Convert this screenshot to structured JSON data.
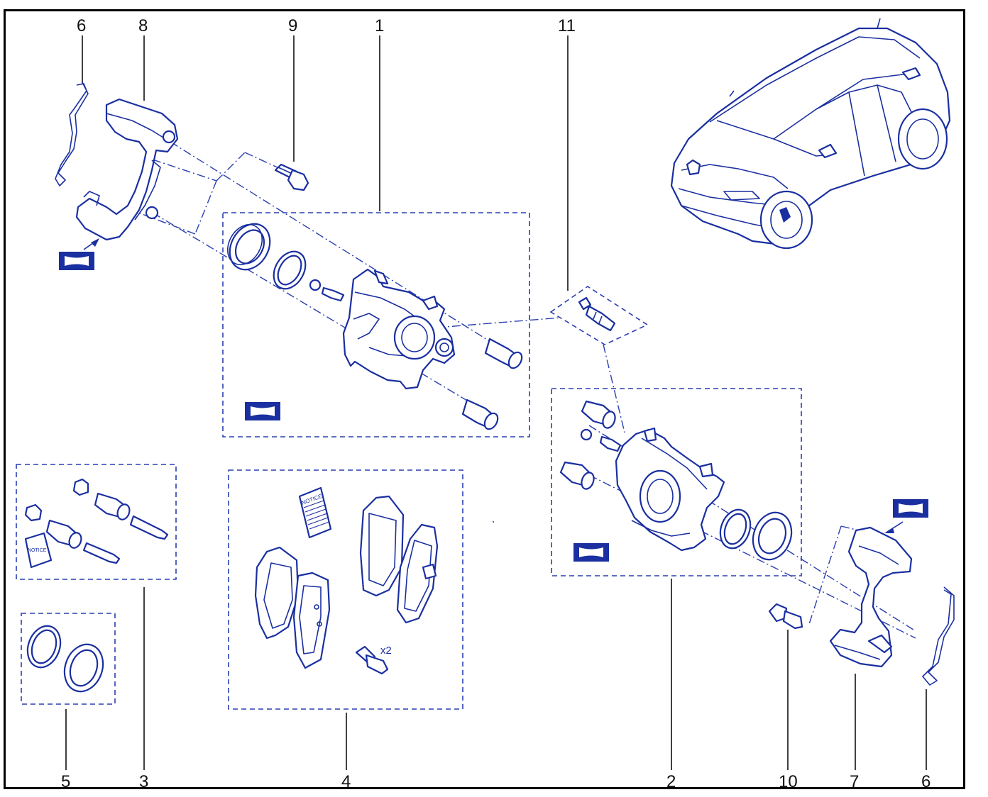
{
  "diagram": {
    "callouts": {
      "c6_top": "6",
      "c8": "8",
      "c9": "9",
      "c1": "1",
      "c11": "11",
      "c5": "5",
      "c3": "3",
      "c4": "4",
      "c2": "2",
      "c10": "10",
      "c7": "7",
      "c6_bottom": "6"
    },
    "labels": {
      "notice_pads": "NOTICE",
      "notice_kit": "NOTICE",
      "bolt_qty": "x2"
    },
    "colors": {
      "line": "#1a2fa0",
      "frame": "#000000"
    }
  }
}
